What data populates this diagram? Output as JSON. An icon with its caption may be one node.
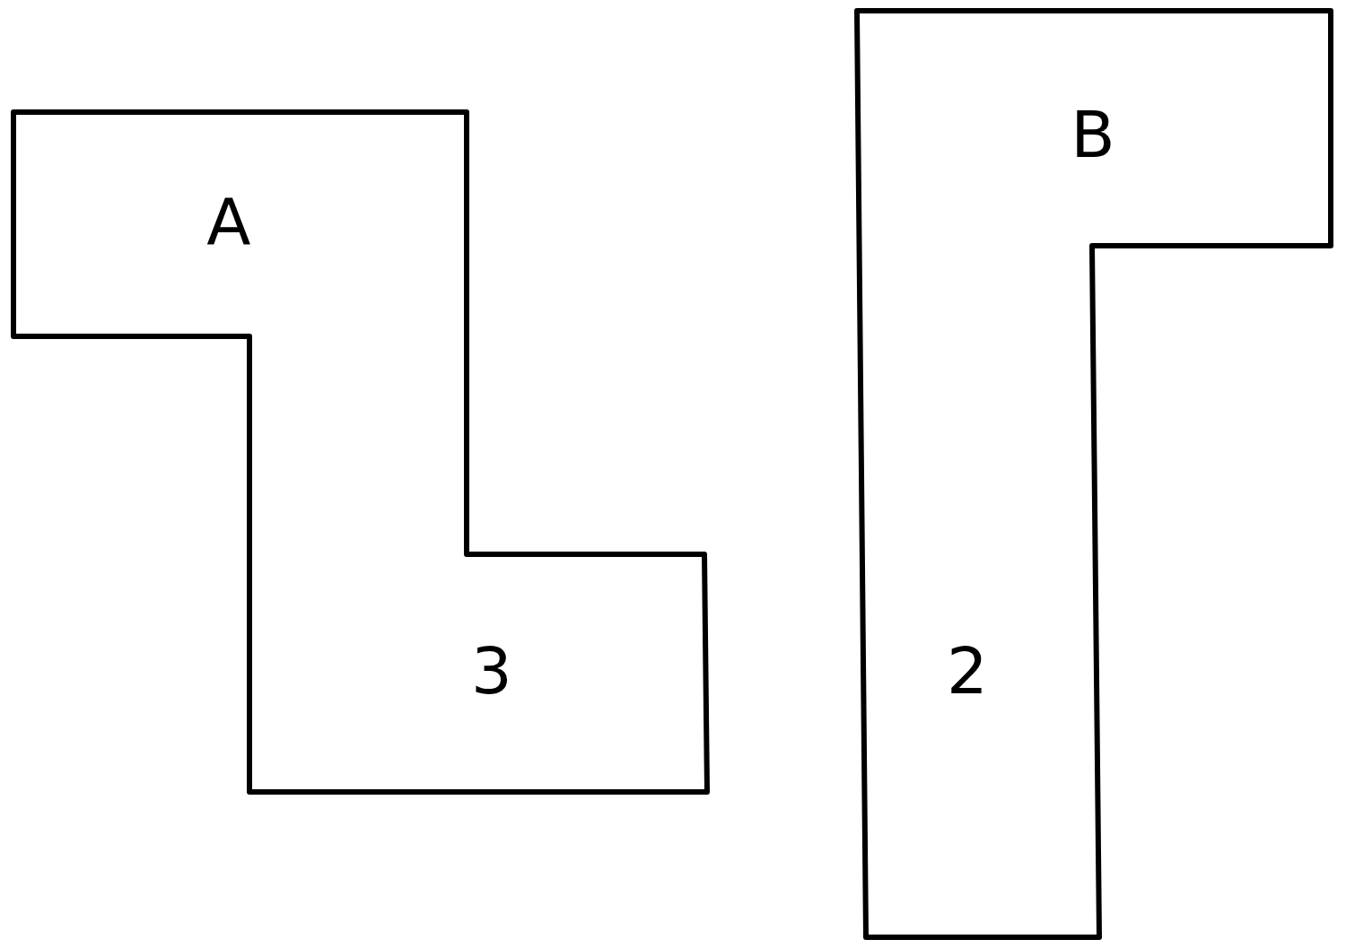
{
  "diagram": {
    "nodes": [
      {
        "text": [
          "A",
          "3"
        ]
      },
      {
        "text": [
          "B",
          "2"
        ]
      }
    ]
  }
}
